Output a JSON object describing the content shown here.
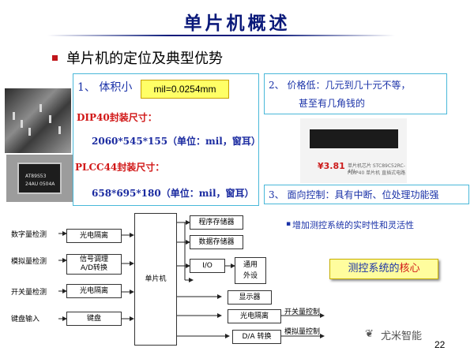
{
  "title": "单片机概述",
  "subtitle": "单片机的定位及典型优势",
  "specs": {
    "volume_label": "1、 体积小",
    "mil_note": "mil=0.0254mm",
    "dip_label": "DIP40封装尺寸：",
    "dip_size": "2060*545*155（单位：mil，窗耳）",
    "plcc_label": "PLCC44封装尺寸：",
    "plcc_size": "658*695*180（单位：mil，窗耳）"
  },
  "price": {
    "line1": "2、 价格低：几元到几十元不等，",
    "line2": "甚至有几角钱的"
  },
  "dip_photo": {
    "price_tag": "¥3.81",
    "caption1": "单片机芯片 STC89C52RC-40I-",
    "caption2": "PDIP40 单片机 直插式电路"
  },
  "qfp_photo": {
    "text1": "AT89S53",
    "text2": "24AU 0504A"
  },
  "control": {
    "text": "3、 面向控制：具有中断、位处理功能强"
  },
  "diagram": {
    "inputs": [
      "数字量检测",
      "模拟量检测",
      "开关量检测",
      "键盘输入"
    ],
    "left_blocks": [
      "光电隔离",
      "信号调理",
      "A/D转换",
      "光电隔离",
      "键盘"
    ],
    "mcu": "单片机",
    "right_blocks": [
      "程序存储器",
      "数据存储器",
      "I/O",
      "通用",
      "外设",
      "显示器",
      "光电隔离",
      "D/A 转换"
    ],
    "outputs": [
      "开关量控制",
      "模拟量控制"
    ]
  },
  "flex_bullet": "▪",
  "flex_note": "增加测控系统的实时性和灵活性",
  "core": {
    "prefix": "测控系统的",
    "keyword": "核心"
  },
  "brand": "尤米智能",
  "page_number": "22",
  "colors": {
    "title": "#0b1a7a",
    "accent_red": "#d11717",
    "text_blue": "#1a32a8",
    "box_border": "#49b8d9",
    "highlight": "#ffff66"
  }
}
